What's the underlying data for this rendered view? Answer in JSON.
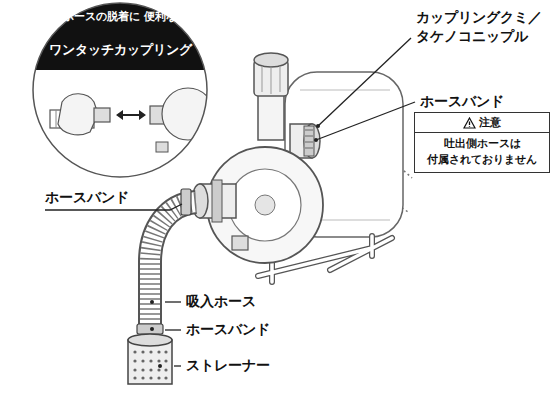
{
  "diagram": {
    "nodes": [
      {
        "text": [
          "ホースの脱着に 便利な",
          "ワンタッチカップリング"
        ]
      },
      {
        "text": [
          "注意",
          "吐出側ホースは 付属されておりません"
        ]
      }
    ],
    "labels": [
      "カップリングクミ／ タケノコニップル",
      "ホースバンド",
      "ホースバンド",
      "吸入ホース",
      "ホースバンド",
      "ストレーナー"
    ]
  }
}
